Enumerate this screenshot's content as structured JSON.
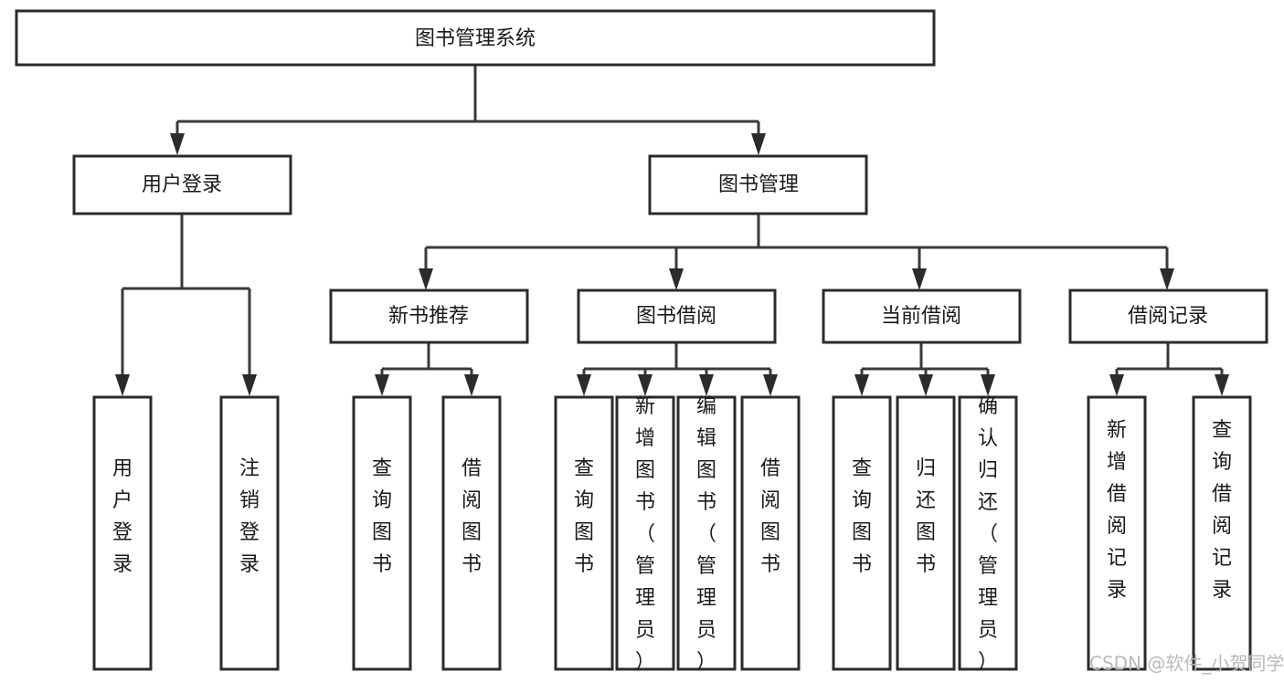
{
  "diagram": {
    "title": "图书管理系统",
    "type": "tree-hierarchy-chart",
    "watermark": "CSDN @软件_小贺同学"
  },
  "root": {
    "label": "图书管理系统"
  },
  "level2": [
    {
      "label": "用户登录"
    },
    {
      "label": "图书管理"
    }
  ],
  "level3": [
    {
      "label": "新书推荐"
    },
    {
      "label": "图书借阅"
    },
    {
      "label": "当前借阅"
    },
    {
      "label": "借阅记录"
    }
  ],
  "leaves": {
    "user_login": [
      {
        "label": "用户登录"
      },
      {
        "label": "注销登录"
      }
    ],
    "new_book_recommend": [
      {
        "label": "查询图书"
      },
      {
        "label": "借阅图书"
      }
    ],
    "book_borrow": [
      {
        "label": "查询图书"
      },
      {
        "label": "新增图书（管理员）"
      },
      {
        "label": "编辑图书（管理员）"
      },
      {
        "label": "借阅图书"
      }
    ],
    "current_borrow": [
      {
        "label": "查询图书"
      },
      {
        "label": "归还图书"
      },
      {
        "label": "确认归还（管理员）"
      }
    ],
    "borrow_record": [
      {
        "label": "新增借阅记录"
      },
      {
        "label": "查询借阅记录"
      }
    ]
  },
  "colors": {
    "box_stroke": "#2b2b2b",
    "connector": "#3a3a3a",
    "text": "#1a1a1a",
    "background": "#ffffff",
    "watermark": "#b9b9b9"
  }
}
